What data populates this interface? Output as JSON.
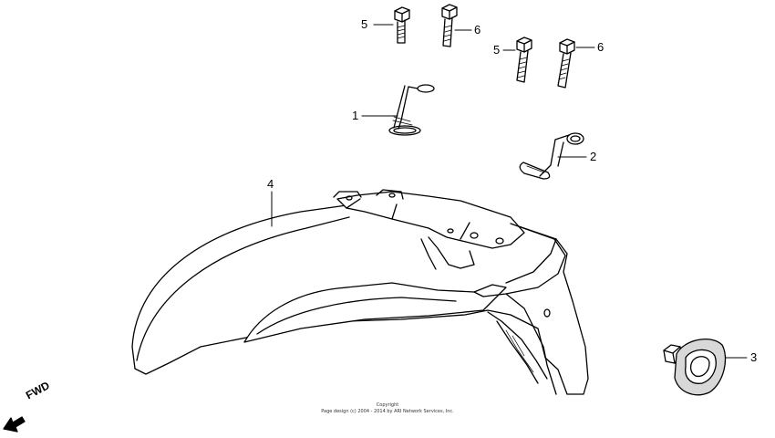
{
  "callouts": {
    "bolt_5_left": "5",
    "bolt_6_left": "6",
    "bolt_5_right": "5",
    "bolt_6_right": "6",
    "clip_1": "1",
    "clip_2": "2",
    "fender_4": "4",
    "nut_3": "3"
  },
  "direction_label": "FWD",
  "copyright": {
    "line1": "Copyright",
    "line2": "Page design (c) 2004 - 2014 by ARI Network Services, Inc."
  }
}
